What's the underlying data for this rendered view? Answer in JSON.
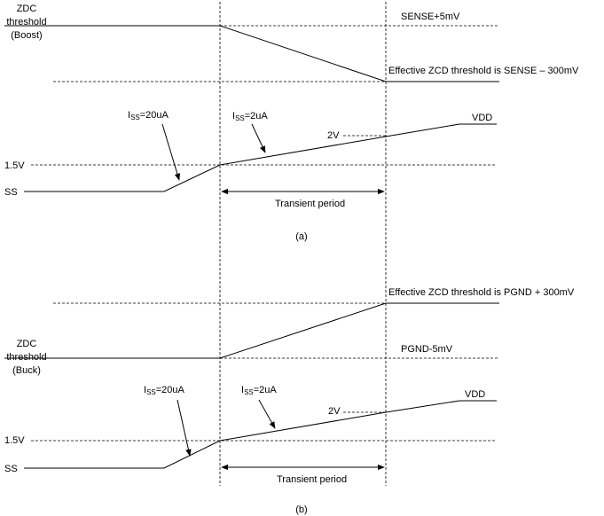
{
  "panel_a": {
    "signal_label": [
      "ZDC",
      "threshold",
      "(Boost)"
    ],
    "upper_level_label": "SENSE+5mV",
    "effective_label": "Effective ZCD threshold is SENSE – 300mV",
    "iss_fast": {
      "prefix": "I",
      "sub": "SS",
      "suffix": "=20uA"
    },
    "iss_slow": {
      "prefix": "I",
      "sub": "SS",
      "suffix": "=2uA"
    },
    "level_2v": "2V",
    "vdd": "VDD",
    "level_1v5": "1.5V",
    "ss": "SS",
    "transient": "Transient period",
    "caption": "(a)"
  },
  "panel_b": {
    "effective_label": "Effective ZCD threshold is PGND + 300mV",
    "signal_label": [
      "ZDC",
      "threshold",
      "(Buck)"
    ],
    "lower_level_label": "PGND-5mV",
    "iss_fast": {
      "prefix": "I",
      "sub": "SS",
      "suffix": "=20uA"
    },
    "iss_slow": {
      "prefix": "I",
      "sub": "SS",
      "suffix": "=2uA"
    },
    "level_2v": "2V",
    "vdd": "VDD",
    "level_1v5": "1.5V",
    "ss": "SS",
    "transient": "Transient period",
    "caption": "(b)"
  }
}
